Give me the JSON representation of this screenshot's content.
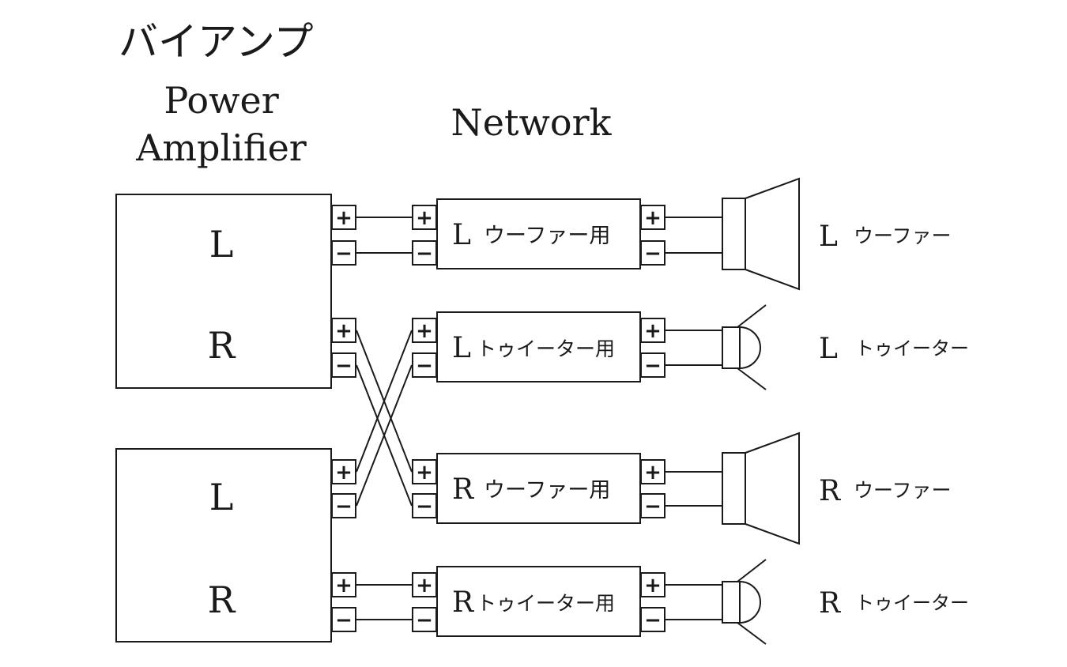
{
  "title": "バイアンプ",
  "power_amplifier": {
    "label_line1": "Power",
    "label_line2": "Amplifier",
    "amp1": {
      "ch_top": "L",
      "ch_bottom": "R"
    },
    "amp2": {
      "ch_top": "L",
      "ch_bottom": "R"
    }
  },
  "network": {
    "heading": "Network",
    "units": [
      {
        "ch": "L",
        "label": "ウーファー用"
      },
      {
        "ch": "L",
        "label": "トゥイーター用"
      },
      {
        "ch": "R",
        "label": "ウーファー用"
      },
      {
        "ch": "R",
        "label": "トゥイーター用"
      }
    ]
  },
  "speakers": [
    {
      "ch": "L",
      "label": "ウーファー",
      "icon": "woofer-icon"
    },
    {
      "ch": "L",
      "label": "トゥイーター",
      "icon": "tweeter-icon"
    },
    {
      "ch": "R",
      "label": "ウーファー",
      "icon": "woofer-icon"
    },
    {
      "ch": "R",
      "label": "トゥイーター",
      "icon": "tweeter-icon"
    }
  ],
  "terminal": {
    "plus": "+",
    "minus": "−"
  },
  "colors": {
    "line": "#1a1a1a",
    "background": "#ffffff"
  }
}
